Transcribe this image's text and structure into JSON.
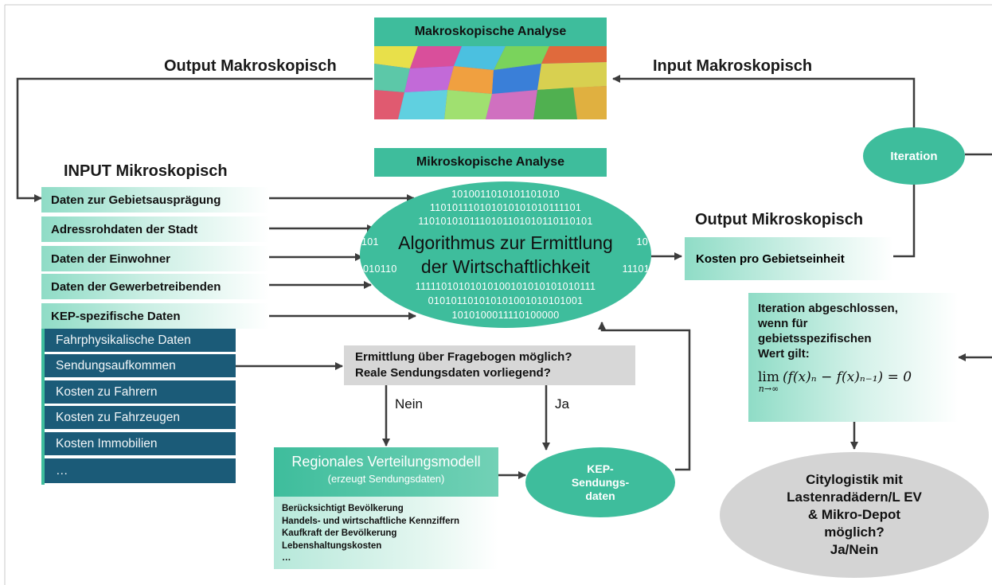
{
  "colors": {
    "teal": "#3ebd9c",
    "navy": "#1b5b78",
    "grey_box": "#d7d7d7",
    "grey_ellipse": "#d4d4d4",
    "arrow": "#3c3c3c"
  },
  "makro": {
    "title": "Makroskopische Analyse",
    "output_label": "Output Makroskopisch",
    "input_label": "Input Makroskopisch"
  },
  "mikro": {
    "title": "Mikroskopische Analyse",
    "input_heading": "INPUT Mikroskopisch",
    "output_heading": "Output Mikroskopisch"
  },
  "inputs": [
    "Daten zur Gebietsausprägung",
    "Adressrohdaten der Stadt",
    "Daten der Einwohner",
    "Daten der Gewerbetreibenden",
    "KEP-spezifische Daten"
  ],
  "kep_items": [
    "Fahrphysikalische Daten",
    "Sendungsaufkommen",
    "Kosten zu Fahrern",
    "Kosten zu Fahrzeugen",
    "Kosten Immobilien",
    "…"
  ],
  "algorithm": {
    "title_line1": "Algorithmus zur Ermittlung",
    "title_line2": "der Wirtschaftlichkeit",
    "bits": [
      "1010011010101101010",
      "110101110101010101010111101",
      "1101010101110101101010110110101",
      "101",
      "10",
      "010110",
      "11101",
      "11111010101010100101010101010111",
      "010101101010101001010101001",
      "1010100011110100000"
    ]
  },
  "iteration": {
    "label": "Iteration"
  },
  "output": {
    "kosten": "Kosten pro Gebietseinheit"
  },
  "condition": {
    "line1": "Iteration abgeschlossen,",
    "line2": "wenn für",
    "line3": "gebietsspezifischen",
    "line4": "Wert gilt:"
  },
  "formula": {
    "lim": "lim",
    "sub": "n→∞",
    "expr": "(f(x)ₙ − f(x)ₙ₋₁) = 0"
  },
  "question": {
    "line1": "Ermittlung über Fragebogen möglich?",
    "line2": "Reale Sendungsdaten vorliegend?",
    "nein": "Nein",
    "ja": "Ja"
  },
  "regional": {
    "title": "Regionales Verteilungsmodell",
    "subtitle": "(erzeugt Sendungsdaten)",
    "items": [
      "Berücksichtigt Bevölkerung",
      "Handels- und wirtschaftliche Kennziffern",
      "Kaufkraft der Bevölkerung",
      "Lebenshaltungskosten",
      "…"
    ]
  },
  "kep_sendung": {
    "line1": "KEP-",
    "line2": "Sendungs-",
    "line3": "daten"
  },
  "result": {
    "line1": "Citylogistik mit",
    "line2": "Lastenradädern/L EV",
    "line3": "& Mikro-Depot",
    "line4": "möglich?",
    "line5": "Ja/Nein"
  }
}
